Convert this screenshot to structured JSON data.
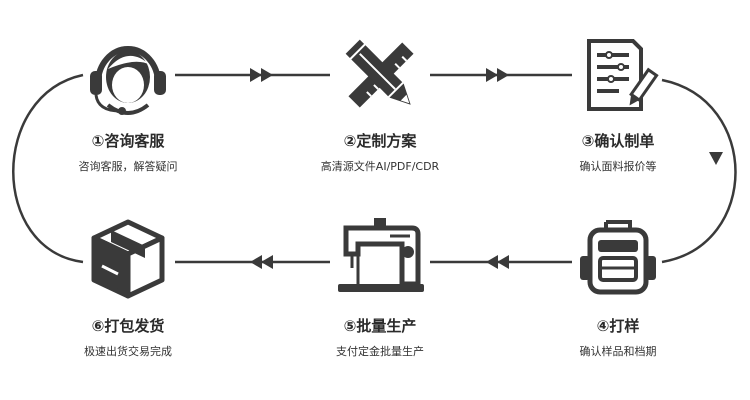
{
  "colors": {
    "ink": "#3a3a3a",
    "bg": "#ffffff"
  },
  "steps": [
    {
      "title": "①咨询客服",
      "desc": "咨询客服，解答疑问",
      "icon": "headset-agent-icon"
    },
    {
      "title": "②定制方案",
      "desc": "高清源文件AI/PDF/CDR",
      "icon": "pencil-ruler-icon"
    },
    {
      "title": "③确认制单",
      "desc": "确认面料报价等",
      "icon": "clipboard-pen-icon"
    },
    {
      "title": "④打样",
      "desc": "确认样品和档期",
      "icon": "backpack-icon"
    },
    {
      "title": "⑤批量生产",
      "desc": "支付定金批量生产",
      "icon": "sewing-machine-icon"
    },
    {
      "title": "⑥打包发货",
      "desc": "极速出货交易完成",
      "icon": "package-box-icon"
    }
  ]
}
